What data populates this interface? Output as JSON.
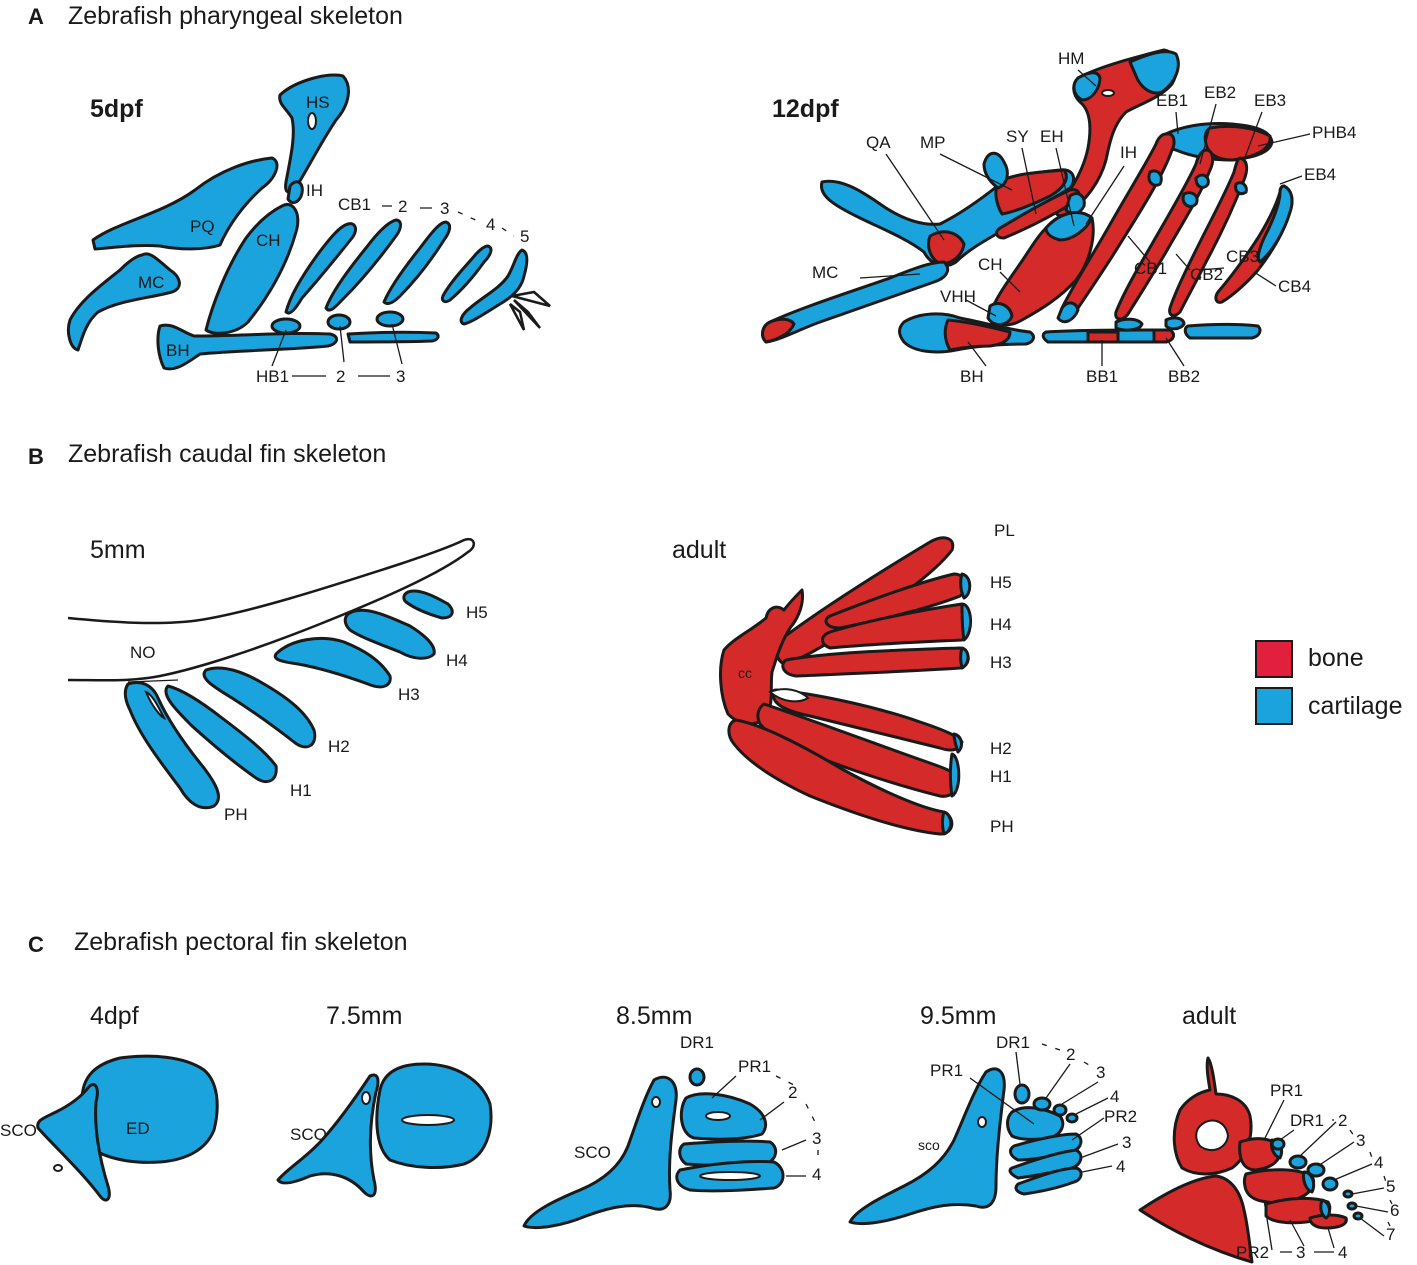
{
  "colors": {
    "bone": "#d42a2a",
    "cartilage": "#1aa3dc",
    "outline": "#1a1a1a"
  },
  "panel_a": {
    "letter": "A",
    "title": "Zebrafish pharyngeal skeleton",
    "left": {
      "stage": "5dpf",
      "labels": {
        "HS": "HS",
        "IH": "IH",
        "PQ": "PQ",
        "CH": "CH",
        "MC": "MC",
        "BH": "BH",
        "CB1": "CB1",
        "CB2": "2",
        "CB3": "3",
        "CB4": "4",
        "CB5": "5",
        "HB1": "HB1",
        "HB2": "2",
        "HB3": "3"
      }
    },
    "right": {
      "stage": "12dpf",
      "labels": {
        "HM": "HM",
        "QA": "QA",
        "MP": "MP",
        "SY": "SY",
        "EH": "EH",
        "IH": "IH",
        "EB1": "EB1",
        "EB2": "EB2",
        "EB3": "EB3",
        "PHB4": "PHB4",
        "EB4": "EB4",
        "MC": "MC",
        "CH": "CH",
        "VHH": "VHH",
        "CB1": "CB1",
        "CB2": "CB2",
        "CB3": "CB3",
        "CB4": "CB4",
        "BH": "BH",
        "BB1": "BB1",
        "BB2": "BB2"
      }
    }
  },
  "panel_b": {
    "letter": "B",
    "title": "Zebrafish caudal fin skeleton",
    "left": {
      "stage": "5mm",
      "labels": {
        "NO": "NO",
        "H5": "H5",
        "H4": "H4",
        "H3": "H3",
        "H2": "H2",
        "H1": "H1",
        "PH": "PH"
      }
    },
    "right": {
      "stage": "adult",
      "labels": {
        "CC": "cc",
        "PL": "PL",
        "H5": "H5",
        "H4": "H4",
        "H3": "H3",
        "H2": "H2",
        "H1": "H1",
        "PH": "PH"
      }
    }
  },
  "panel_c": {
    "letter": "C",
    "title": "Zebrafish pectoral fin skeleton",
    "stages": {
      "s1": {
        "stage": "4dpf",
        "labels": {
          "SCO": "SCO",
          "ED": "ED"
        }
      },
      "s2": {
        "stage": "7.5mm",
        "labels": {
          "SCO": "SCO"
        }
      },
      "s3": {
        "stage": "8.5mm",
        "labels": {
          "SCO": "SCO",
          "DR1": "DR1",
          "PR1": "PR1",
          "PR2": "2",
          "PR3": "3",
          "PR4": "4"
        }
      },
      "s4": {
        "stage": "9.5mm",
        "labels": {
          "SCO": "sco",
          "DR1": "DR1",
          "DR2": "2",
          "DR3": "3",
          "DR4": "4",
          "PR1": "PR1",
          "PR2": "PR2",
          "PR3": "3",
          "PR4": "4"
        }
      },
      "s5": {
        "stage": "adult",
        "labels": {
          "PR1": "PR1",
          "DR1": "DR1",
          "DR2": "2",
          "DR3": "3",
          "DR4": "4",
          "DR5": "5",
          "DR6": "6",
          "DR7": "7",
          "PR2": "PR2",
          "PR3": "3",
          "PR4": "4"
        }
      }
    }
  },
  "legend": [
    {
      "label": "bone",
      "color": "#e0203c"
    },
    {
      "label": "cartilage",
      "color": "#1aa3dc"
    }
  ]
}
